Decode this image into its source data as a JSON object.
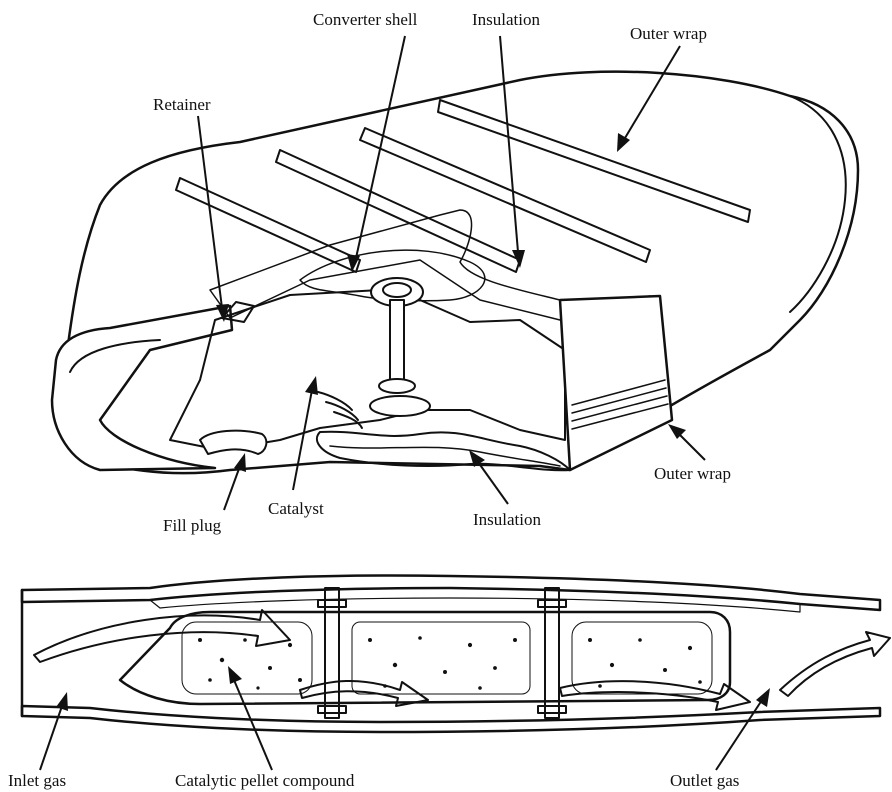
{
  "top_labels": {
    "converter_shell": "Converter shell",
    "insulation_top": "Insulation",
    "outer_wrap_top": "Outer wrap",
    "retainer": "Retainer",
    "outer_wrap_right": "Outer wrap",
    "fill_plug": "Fill plug",
    "catalyst": "Catalyst",
    "insulation_bottom": "Insulation"
  },
  "bottom_labels": {
    "inlet_gas": "Inlet gas",
    "catalytic_pellet_compound": "Catalytic pellet compound",
    "outlet_gas": "Outlet gas"
  }
}
